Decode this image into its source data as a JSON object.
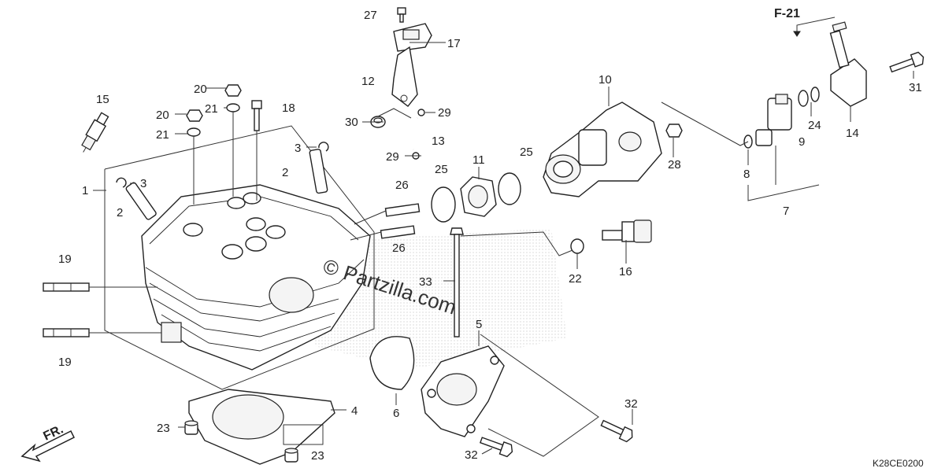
{
  "diagram": {
    "reference": "F-21",
    "direction": "FR.",
    "code": "K28CE0200",
    "watermark": "Partzilla.com",
    "watermark_symbol": "©",
    "callouts": [
      {
        "id": "c27",
        "text": "27"
      },
      {
        "id": "c17",
        "text": "17"
      },
      {
        "id": "c12",
        "text": "12"
      },
      {
        "id": "c29a",
        "text": "29"
      },
      {
        "id": "c30",
        "text": "30"
      },
      {
        "id": "c13",
        "text": "13"
      },
      {
        "id": "c29b",
        "text": "29"
      },
      {
        "id": "c10",
        "text": "10"
      },
      {
        "id": "c25a",
        "text": "25"
      },
      {
        "id": "c25b",
        "text": "25"
      },
      {
        "id": "c11",
        "text": "11"
      },
      {
        "id": "c28",
        "text": "28"
      },
      {
        "id": "c26a",
        "text": "26"
      },
      {
        "id": "c26b",
        "text": "26"
      },
      {
        "id": "c15",
        "text": "15"
      },
      {
        "id": "c20a",
        "text": "20"
      },
      {
        "id": "c20b",
        "text": "20"
      },
      {
        "id": "c21a",
        "text": "21"
      },
      {
        "id": "c21b",
        "text": "21"
      },
      {
        "id": "c18",
        "text": "18"
      },
      {
        "id": "c3a",
        "text": "3"
      },
      {
        "id": "c3b",
        "text": "3"
      },
      {
        "id": "c2a",
        "text": "2"
      },
      {
        "id": "c2b",
        "text": "2"
      },
      {
        "id": "c1",
        "text": "1"
      },
      {
        "id": "c19a",
        "text": "19"
      },
      {
        "id": "c19b",
        "text": "19"
      },
      {
        "id": "c33",
        "text": "33"
      },
      {
        "id": "c5",
        "text": "5"
      },
      {
        "id": "c6",
        "text": "6"
      },
      {
        "id": "c4",
        "text": "4"
      },
      {
        "id": "c23a",
        "text": "23"
      },
      {
        "id": "c23b",
        "text": "23"
      },
      {
        "id": "c22",
        "text": "22"
      },
      {
        "id": "c16",
        "text": "16"
      },
      {
        "id": "c32a",
        "text": "32"
      },
      {
        "id": "c32b",
        "text": "32"
      },
      {
        "id": "c8",
        "text": "8"
      },
      {
        "id": "c9",
        "text": "9"
      },
      {
        "id": "c24",
        "text": "24"
      },
      {
        "id": "c7",
        "text": "7"
      },
      {
        "id": "c14",
        "text": "14"
      },
      {
        "id": "c31",
        "text": "31"
      }
    ]
  }
}
